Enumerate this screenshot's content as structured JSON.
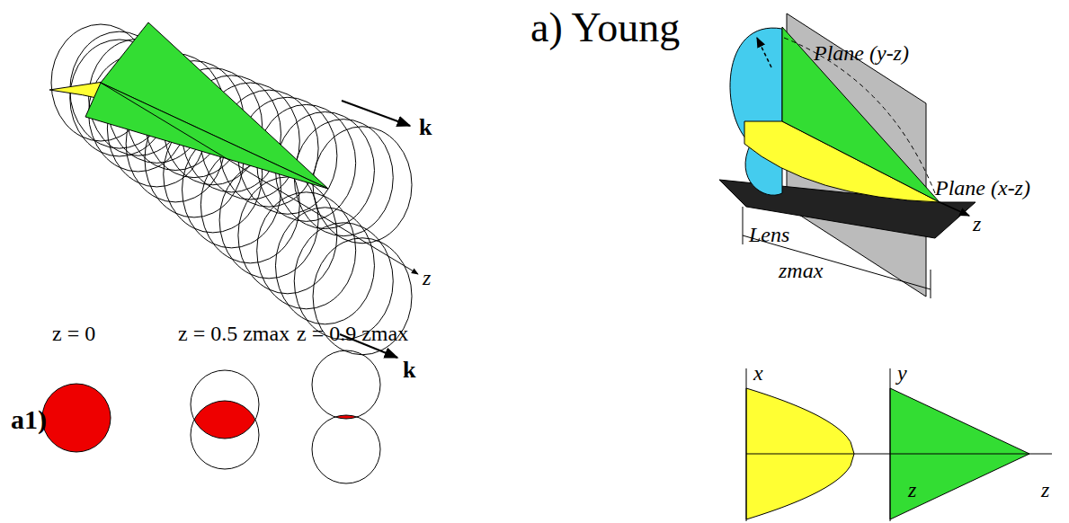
{
  "diagram": {
    "title": "a) Young",
    "labels": [
      "k",
      "k",
      "z",
      "Plane (y-z)",
      "Plane (x-z)",
      "Lens",
      "z",
      "zmax",
      "z = 0",
      "z = 0.5 zmax",
      "z = 0.9 zmax",
      "a1)",
      "x",
      "z",
      "y",
      "z"
    ]
  }
}
